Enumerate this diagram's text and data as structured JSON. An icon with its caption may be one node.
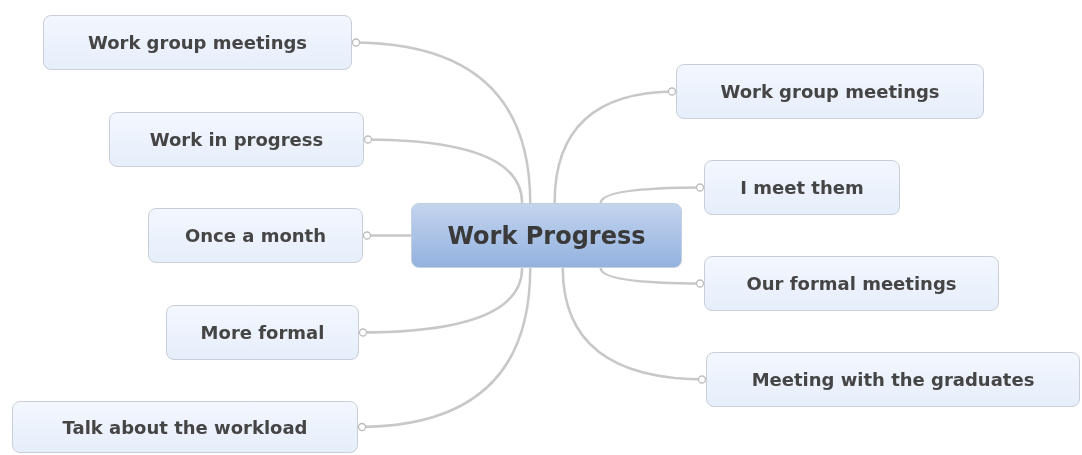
{
  "diagram": {
    "nodes": [
      {
        "text": [
          "Work Progress"
        ]
      },
      {
        "text": [
          "Work group meetings"
        ]
      },
      {
        "text": [
          "Work in progress"
        ]
      },
      {
        "text": [
          "Once a month"
        ]
      },
      {
        "text": [
          "More formal"
        ]
      },
      {
        "text": [
          "Talk about the workload"
        ]
      },
      {
        "text": [
          "Work group meetings"
        ]
      },
      {
        "text": [
          "I meet them"
        ]
      },
      {
        "text": [
          "Our formal meetings"
        ]
      },
      {
        "text": [
          "Meeting with the graduates"
        ]
      }
    ],
    "edges": [
      {
        "from": 0,
        "to": 1,
        "arrow": "other"
      },
      {
        "from": 0,
        "to": 2,
        "arrow": "other"
      },
      {
        "from": 0,
        "to": 3,
        "arrow": "other"
      },
      {
        "from": 0,
        "to": 4,
        "arrow": "other"
      },
      {
        "from": 0,
        "to": 5,
        "arrow": "other"
      },
      {
        "from": 0,
        "to": 6,
        "arrow": "other"
      },
      {
        "from": 0,
        "to": 7,
        "arrow": "other"
      },
      {
        "from": 0,
        "to": 8,
        "arrow": "other"
      },
      {
        "from": 0,
        "to": 9,
        "arrow": "other"
      }
    ]
  }
}
